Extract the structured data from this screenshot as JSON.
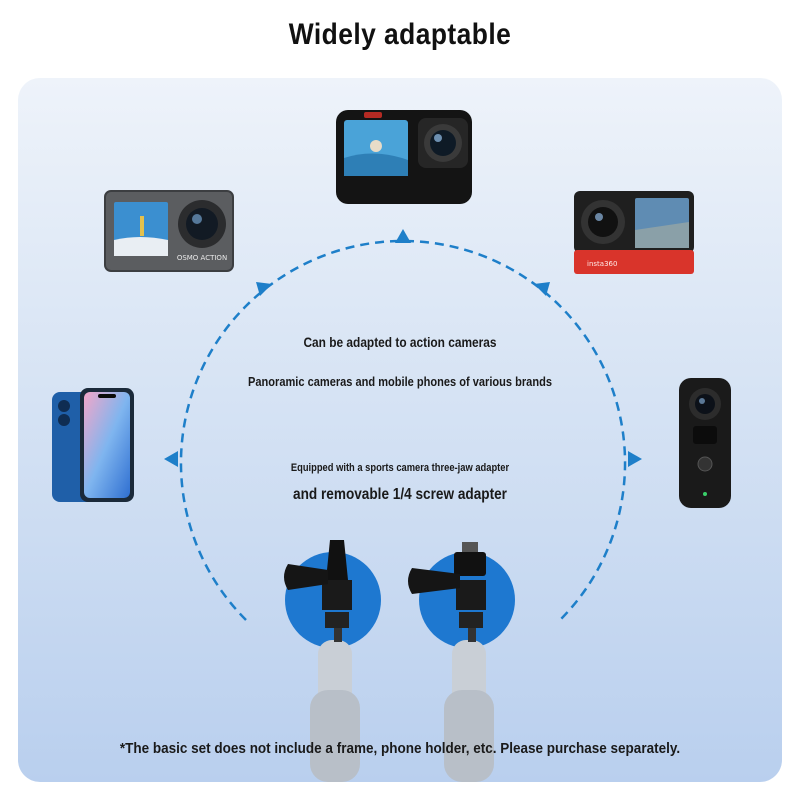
{
  "page": {
    "title": "Widely adaptable"
  },
  "texts": {
    "line1": "Can be adapted to action cameras",
    "line2": "Panoramic cameras and mobile phones of various brands",
    "line3": "Equipped with a sports camera three-jaw adapter",
    "line4": "and removable 1/4 screw adapter"
  },
  "footnote": "*The basic set does not include a frame, phone holder, etc. Please purchase separately.",
  "devices": {
    "dji_label": "OSMO ACTION",
    "insta_label": "insta360"
  },
  "colors": {
    "accent": "#1e7fc9",
    "mount_circle": "#1e78d0",
    "insta_red": "#d9342b"
  }
}
